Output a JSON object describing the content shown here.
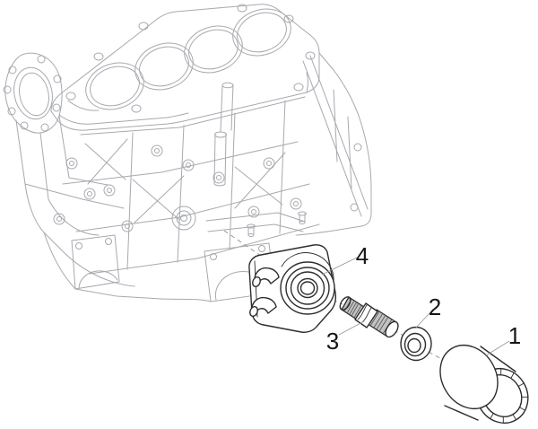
{
  "diagram": {
    "kind": "exploded-parts-diagram",
    "subject": "engine-block-oil-filter-and-cooler-assembly",
    "background_color": "#ffffff",
    "block_line_color": "#a7a9ae",
    "part_line_color": "#2d2d2d",
    "leader_line_color": "#9a9a9a",
    "callout_text_color": "#151515",
    "thread_shade_color": "#c2c2c2",
    "callouts": [
      {
        "label": "1",
        "part": "oil-filter-cartridge"
      },
      {
        "label": "2",
        "part": "sealing-washer"
      },
      {
        "label": "3",
        "part": "threaded-union-stud"
      },
      {
        "label": "4",
        "part": "oil-cooler-assembly"
      }
    ]
  }
}
